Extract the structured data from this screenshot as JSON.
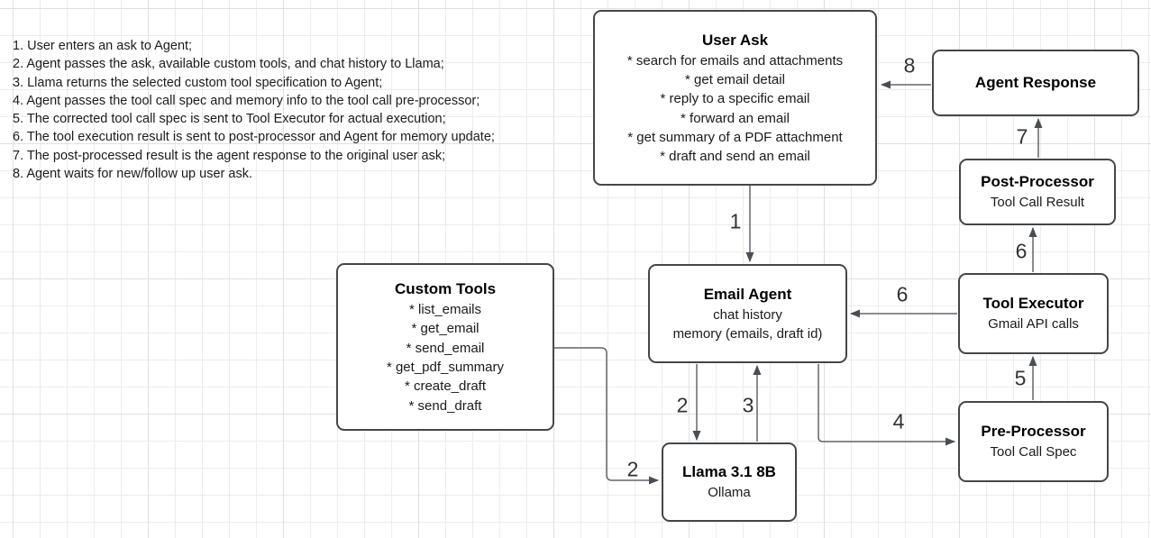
{
  "colors": {
    "box_border": "#43474b",
    "connector_line": "#63666a",
    "arrowhead": "#4a4e54",
    "background": "#ffffff",
    "grid_minor": "#ececec",
    "grid_major": "#e0e0e0"
  },
  "notes": [
    "1. User enters an ask to Agent;",
    "2. Agent passes the ask, available custom tools, and chat history to Llama;",
    "3. Llama returns the selected custom tool specification to Agent;",
    "4. Agent passes the tool call spec and memory info to the tool call pre-processor;",
    "5. The corrected tool call spec is sent to Tool Executor for actual execution;",
    "6. The tool execution result is sent to post-processor and Agent for memory update;",
    "7. The post-processed result is the agent response to the original user ask;",
    "8. Agent waits for new/follow up user ask."
  ],
  "boxes": {
    "user_ask": {
      "title": "User Ask",
      "lines": [
        "* search for emails and attachments",
        "* get email detail",
        "* reply to a specific email",
        "* forward an email",
        "* get summary of a PDF attachment",
        "* draft and send an email"
      ]
    },
    "agent_response": {
      "title": "Agent Response"
    },
    "post_processor": {
      "title": "Post-Processor",
      "subtitle": "Tool Call Result"
    },
    "tool_executor": {
      "title": "Tool Executor",
      "subtitle": "Gmail API calls"
    },
    "pre_processor": {
      "title": "Pre-Processor",
      "subtitle": "Tool Call Spec"
    },
    "email_agent": {
      "title": "Email Agent",
      "lines": [
        "chat history",
        "memory (emails, draft id)"
      ]
    },
    "custom_tools": {
      "title": "Custom Tools",
      "lines": [
        "* list_emails",
        "* get_email",
        "* send_email",
        "* get_pdf_summary",
        "* create_draft",
        "* send_draft"
      ]
    },
    "llama": {
      "title": "Llama 3.1 8B",
      "subtitle": "Ollama"
    }
  },
  "edges": {
    "user_ask_to_email_agent": "1",
    "email_agent_to_llama": "2",
    "llama_to_email_agent": "3",
    "custom_tools_to_llama": "2",
    "email_agent_to_pre_processor": "4",
    "pre_processor_to_tool_executor": "5",
    "tool_executor_to_post_processor": "6",
    "tool_executor_to_email_agent": "6",
    "post_processor_to_agent_response": "7",
    "agent_response_to_user_ask": "8"
  }
}
